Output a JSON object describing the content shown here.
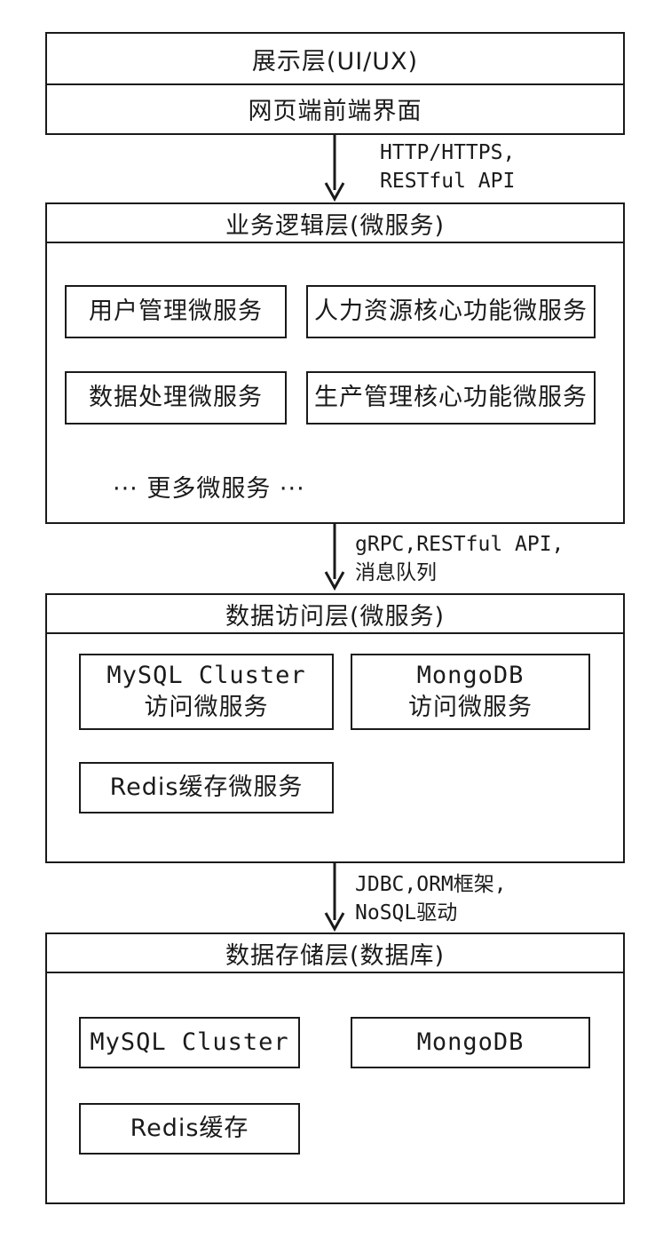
{
  "presentation": {
    "title": "展示层(UI/UX)",
    "content": "网页端前端界面"
  },
  "conn1": {
    "line1": "HTTP/HTTPS,",
    "line2": "RESTful API"
  },
  "business": {
    "title": "业务逻辑层(微服务)",
    "services": [
      "用户管理微服务",
      "人力资源核心功能微服务",
      "数据处理微服务",
      "生产管理核心功能微服务"
    ],
    "more": "··· 更多微服务 ···"
  },
  "conn2": {
    "line1": "gRPC,RESTful API,",
    "line2": "消息队列"
  },
  "access": {
    "title": "数据访问层(微服务)",
    "services": [
      {
        "line1": "MySQL Cluster",
        "line2": "访问微服务"
      },
      {
        "line1": "MongoDB",
        "line2": "访问微服务"
      },
      {
        "line1": "Redis缓存微服务"
      }
    ]
  },
  "conn3": {
    "line1": "JDBC,ORM框架,",
    "line2": "NoSQL驱动"
  },
  "storage": {
    "title": "数据存储层(数据库)",
    "items": [
      "MySQL Cluster",
      "MongoDB",
      "Redis缓存"
    ]
  }
}
